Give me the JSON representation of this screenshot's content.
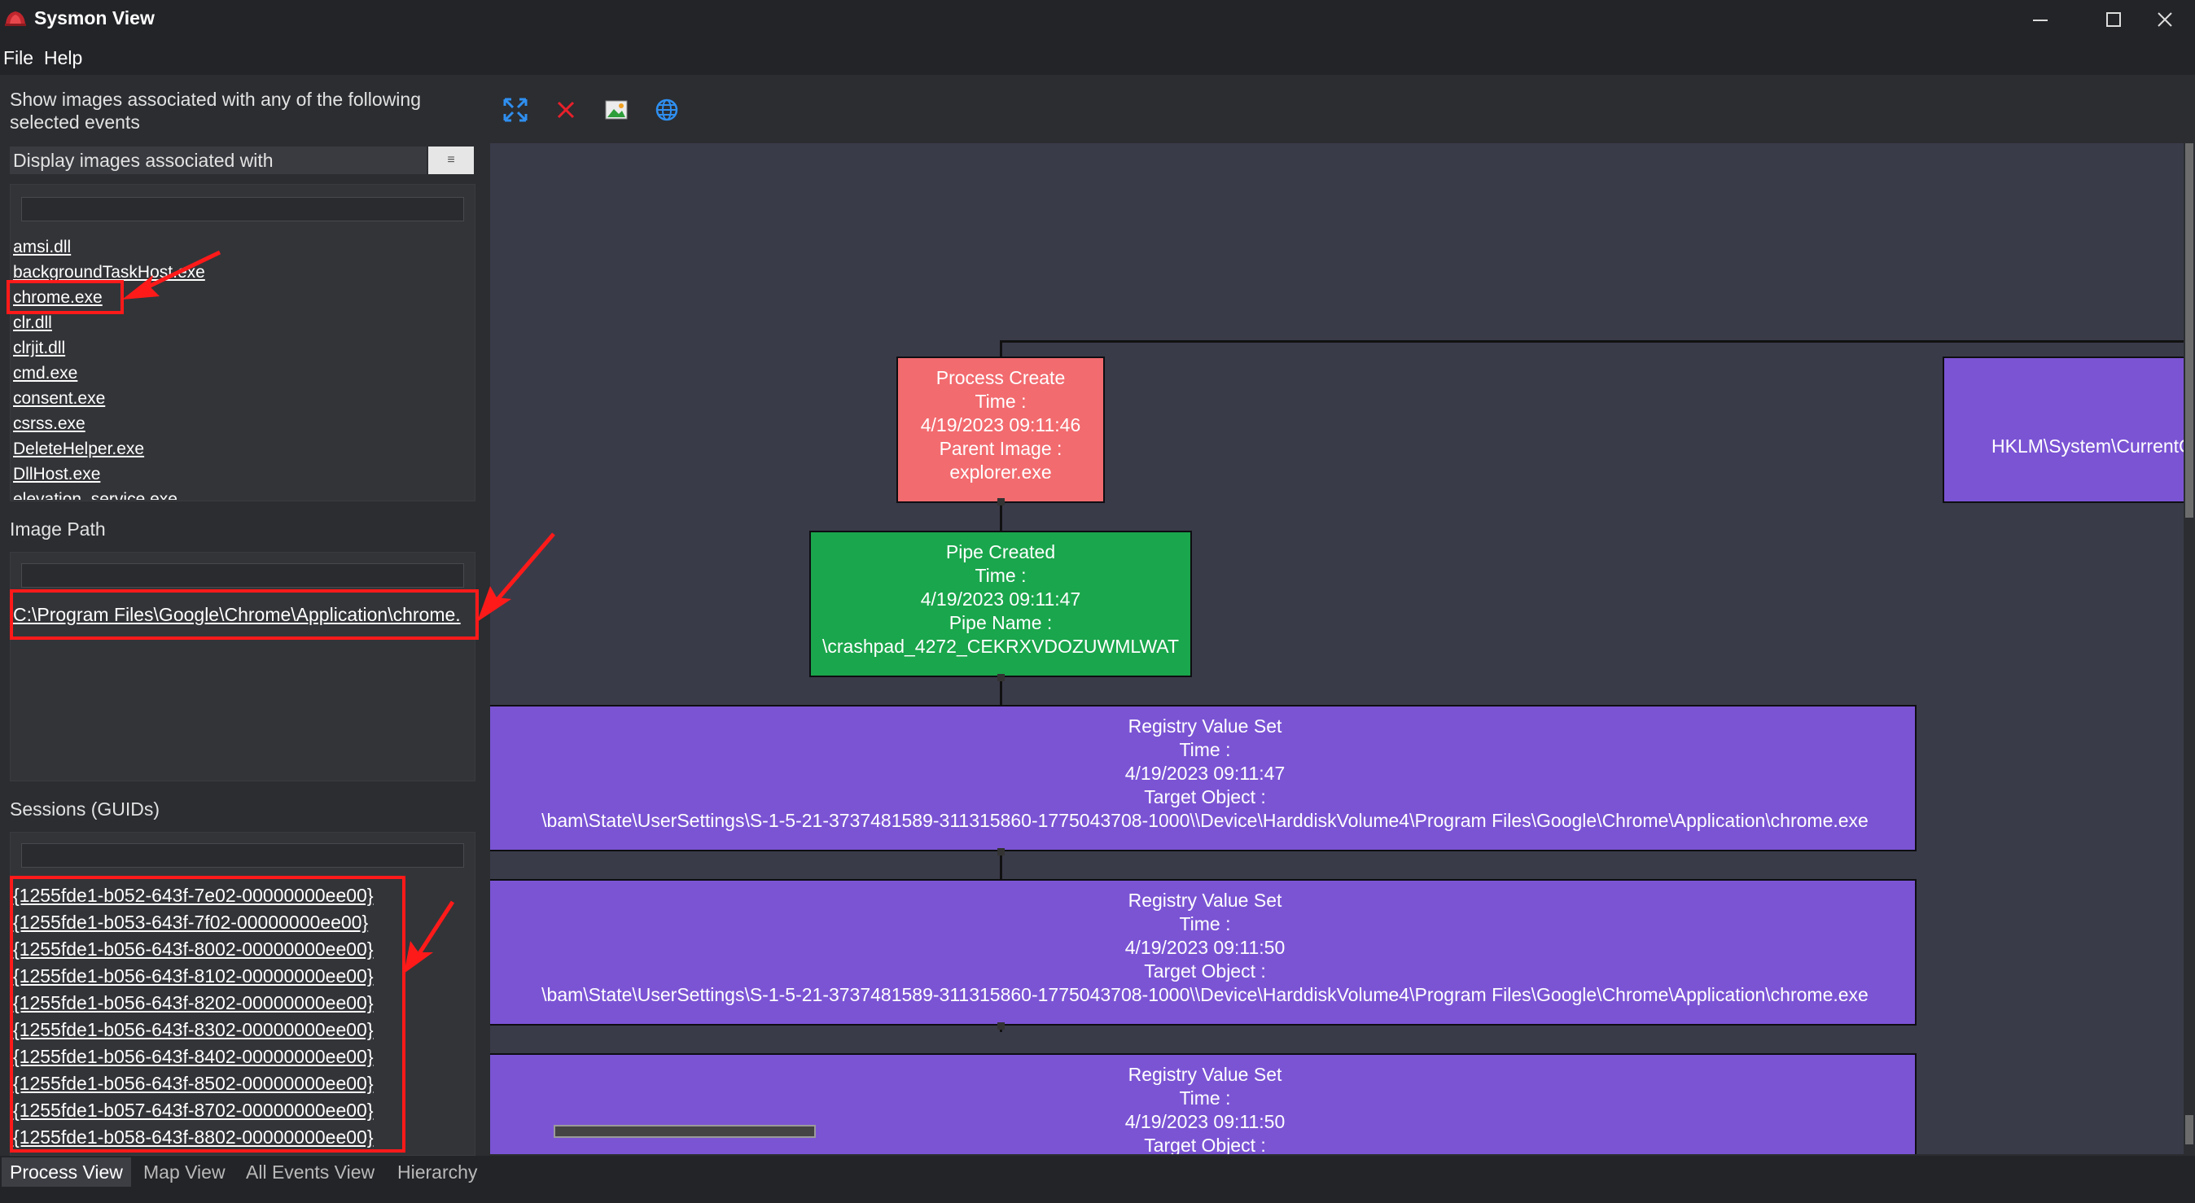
{
  "window": {
    "title": "Sysmon View"
  },
  "menu": [
    "File",
    "Help"
  ],
  "left": {
    "description_line1": "Show images associated with any of the following",
    "description_line2": "selected events",
    "dropdown_label": "Display images associated with",
    "dropdown_btn": "≡",
    "images": [
      "amsi.dll",
      "backgroundTaskHost.exe",
      "chrome.exe",
      "clr.dll",
      "clrjit.dll",
      "cmd.exe",
      "consent.exe",
      "csrss.exe",
      "DeleteHelper.exe",
      "DllHost.exe",
      "elevation_service.exe"
    ],
    "image_path_label": "Image Path",
    "image_path_value": "C:\\Program Files\\Google\\Chrome\\Application\\chrome.",
    "sessions_label": "Sessions (GUIDs)",
    "sessions": [
      "{1255fde1-b052-643f-7e02-00000000ee00}",
      "{1255fde1-b053-643f-7f02-00000000ee00}",
      "{1255fde1-b056-643f-8002-00000000ee00}",
      "{1255fde1-b056-643f-8102-00000000ee00}",
      "{1255fde1-b056-643f-8202-00000000ee00}",
      "{1255fde1-b056-643f-8302-00000000ee00}",
      "{1255fde1-b056-643f-8402-00000000ee00}",
      "{1255fde1-b056-643f-8502-00000000ee00}",
      "{1255fde1-b057-643f-8702-00000000ee00}",
      "{1255fde1-b058-643f-8802-00000000ee00}"
    ]
  },
  "toolbar": {
    "icons": [
      "expand-icon",
      "close-icon",
      "image-icon",
      "globe-icon"
    ]
  },
  "graph": {
    "process_create": {
      "title": "Process Create",
      "time_label": "Time :",
      "time": "4/19/2023 09:11:46",
      "parent_label": "Parent Image :",
      "parent": "explorer.exe"
    },
    "pipe_created": {
      "title": "Pipe Created",
      "time_label": "Time :",
      "time": "4/19/2023 09:11:47",
      "pipe_label": "Pipe Name :",
      "pipe": "\\crashpad_4272_CEKRXVDOZUWMLWAT"
    },
    "registry_1": {
      "title": "Registry Value Set",
      "time_label": "Time :",
      "time": "4/19/2023 09:11:47",
      "target_label": "Target Object :",
      "target": "\\bam\\State\\UserSettings\\S-1-5-21-3737481589-311315860-1775043708-1000\\\\Device\\HarddiskVolume4\\Program Files\\Google\\Chrome\\Application\\chrome.exe"
    },
    "registry_2": {
      "title": "Registry Value Set",
      "time_label": "Time :",
      "time": "4/19/2023 09:11:50",
      "target_label": "Target Object :",
      "target": "\\bam\\State\\UserSettings\\S-1-5-21-3737481589-311315860-1775043708-1000\\\\Device\\HarddiskVolume4\\Program Files\\Google\\Chrome\\Application\\chrome.exe"
    },
    "registry_3": {
      "title": "Registry Value Set",
      "time_label": "Time :",
      "time": "4/19/2023 09:11:50",
      "target_label": "Target Object :"
    },
    "right_node": {
      "text": "HKLM\\System\\CurrentC"
    }
  },
  "tabs": [
    "Process View",
    "Map View",
    "All Events View",
    "Hierarchy"
  ],
  "colors": {
    "process_create": "#f26b6f",
    "pipe_created": "#1aa64c",
    "registry": "#7b54d4",
    "annotation": "#ff1a1a"
  }
}
